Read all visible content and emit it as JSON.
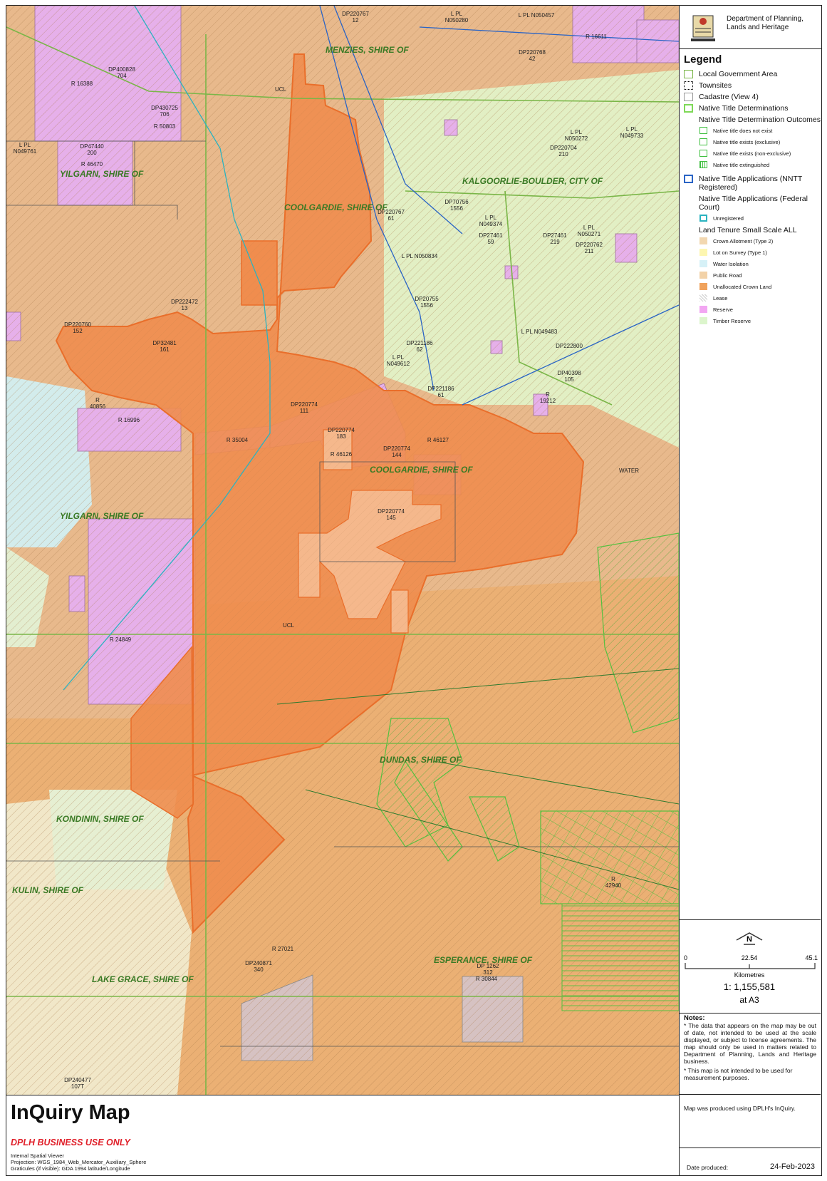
{
  "header": {
    "dept_line1": "Department of Planning,",
    "dept_line2": "Lands and Heritage"
  },
  "legend": {
    "title": "Legend",
    "items": [
      {
        "label": "Local Government Area",
        "color": "#7ab648"
      },
      {
        "label": "Townsites",
        "color": "#000000"
      },
      {
        "label": "Cadastre (View 4)",
        "color": "#999999"
      },
      {
        "label": "Native Title Determinations",
        "color": "#7ed957"
      },
      {
        "label": "Native Title Determination Outcomes"
      },
      {
        "label": "Native title does not exist",
        "color": "#3fbf3f"
      },
      {
        "label": "Native title exists (exclusive)",
        "color": "#3fbf3f"
      },
      {
        "label": "Native title exists (non-exclusive)",
        "color": "#3fbf3f"
      },
      {
        "label": "Native title extinguished",
        "color": "#3fbf3f"
      },
      {
        "label": "Native Title Applications (NNTT Registered)",
        "color": "#2a64c5"
      },
      {
        "label": "Native Title Applications (Federal Court)"
      },
      {
        "label": "Unregistered",
        "color": "#2bb3c0"
      },
      {
        "label": "Land Tenure Small Scale ALL"
      },
      {
        "label": "Crown Allotment (Type 2)",
        "color": "#f2d7b0"
      },
      {
        "label": "Lot on Survey (Type 1)",
        "color": "#fdf6b0"
      },
      {
        "label": "Water Isolation",
        "color": "#d6f1f7"
      },
      {
        "label": "Public Road",
        "color": "#f2d2a8"
      },
      {
        "label": "Unallocated Crown Land",
        "color": "#f0a25c"
      },
      {
        "label": "Lease",
        "color": "#cccccc"
      },
      {
        "label": "Reserve",
        "color": "#f2a6f2"
      },
      {
        "label": "Timber Reserve",
        "color": "#dcf5cc"
      }
    ]
  },
  "scale": {
    "north": "N",
    "ticks": [
      "0",
      "22.54",
      "45.1"
    ],
    "unit": "Kilometres",
    "ratio": "1: 1,155,581",
    "paper": "at A3"
  },
  "notes": {
    "title": "Notes:",
    "note1": "* The data that appears on the map may be out of date, not intended to be used at the scale displayed, or subject to license agreements. The map should only be used in matters related to Department of Planning, Lands and Heritage business.",
    "note2": "* This map is not intended to be used for measurement purposes.",
    "produced_by": "Map was produced using DPLH's InQuiry."
  },
  "produced": {
    "label": "Date produced:",
    "value": "24-Feb-2023"
  },
  "footer": {
    "title": "InQuiry Map",
    "business": "DPLH BUSINESS USE ONLY",
    "meta1": "Internal Spatial Viewer",
    "meta2": "Projection: WGS_1984_Web_Mercator_Auxiliary_Sphere",
    "meta3": "Graticules (if visible): GDA 1994 latitude/Longitude"
  },
  "map": {
    "shires": [
      "MENZIES, SHIRE OF",
      "YILGARN, SHIRE OF",
      "COOLGARDIE, SHIRE OF",
      "KALGOORLIE-BOULDER, CITY OF",
      "COOLGARDIE, SHIRE OF",
      "YILGARN, SHIRE OF",
      "DUNDAS, SHIRE OF",
      "KONDININ, SHIRE OF",
      "KULIN, SHIRE OF",
      "LAKE GRACE, SHIRE OF",
      "ESPERANCE, SHIRE OF"
    ],
    "parcels": [
      "DP220767\n12",
      "L PL\nN050280",
      "L PL N050457",
      "R 16611",
      "DP220768\n42",
      "DP400828\n704",
      "R 16388",
      "DP430725\n706",
      "R 50803",
      "UCL",
      "DP47440\n200",
      "R 46470",
      "L PL\nN049761",
      "L PL\nN050272",
      "L PL\nN049733",
      "DP220704\n210",
      "DP220767\n61",
      "DP70756\n1556",
      "L PL\nN049374",
      "DP27461\n59",
      "DP27461\n219",
      "L PL\nN050271",
      "DP220762\n211",
      "L PL N050834",
      "DP222472\n13",
      "DP20755\n1556",
      "DP220760\n152",
      "DP32481\n161",
      "L PL N049483",
      "DP221186\n62",
      "L PL\nN049612",
      "DP222800",
      "DP40398\n105",
      "DP221186\n61",
      "R\n19212",
      "R\n40856",
      "R 16996",
      "DP220774\n111",
      "R 35004",
      "DP220774\n183",
      "R 46126",
      "DP220774\n144",
      "R 46127",
      "WATER",
      "DP220774\n145",
      "UCL",
      "R 24849",
      "R 27021",
      "DP240871\n340",
      "DP 1262\n312",
      "R 30844",
      "R\n42940",
      "DP240477\n107T"
    ]
  }
}
